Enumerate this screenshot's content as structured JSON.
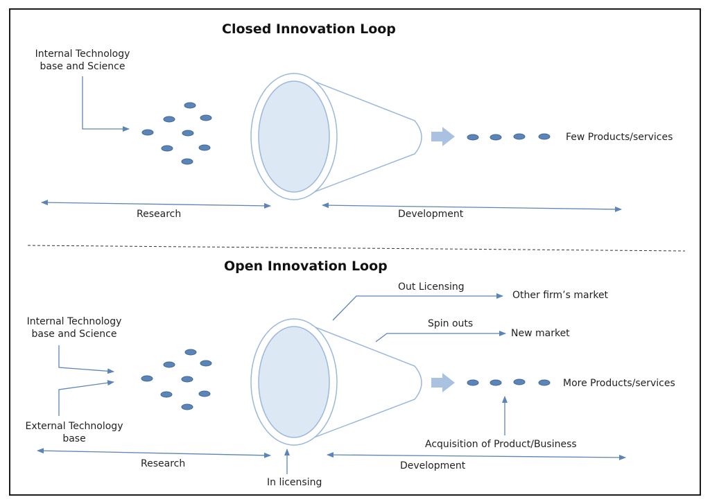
{
  "closed": {
    "title": "Closed Innovation Loop",
    "source_label_line1": "Internal Technology",
    "source_label_line2": "base and Science",
    "output_label": "Few Products/services",
    "research_label": "Research",
    "development_label": "Development"
  },
  "open": {
    "title": "Open Innovation Loop",
    "internal_label_line1": "Internal Technology",
    "internal_label_line2": "base and Science",
    "external_label_line1": "External Technology",
    "external_label_line2": "base",
    "out_licensing_label": "Out Licensing",
    "other_market_label": "Other firm’s market",
    "spin_outs_label": "Spin outs",
    "new_market_label": "New market",
    "output_label": "More Products/services",
    "acquisition_label": "Acquisition of Product/Business",
    "research_label": "Research",
    "development_label": "Development",
    "in_licensing_label": "In licensing"
  },
  "colors": {
    "dot_fill": "#5b84b7",
    "dot_stroke": "#41679a",
    "funnel_fill": "#dde8f5",
    "funnel_stroke": "#9bb8db",
    "arrow": "#5b84b7",
    "fat_arrow": "#a9c2e2"
  }
}
